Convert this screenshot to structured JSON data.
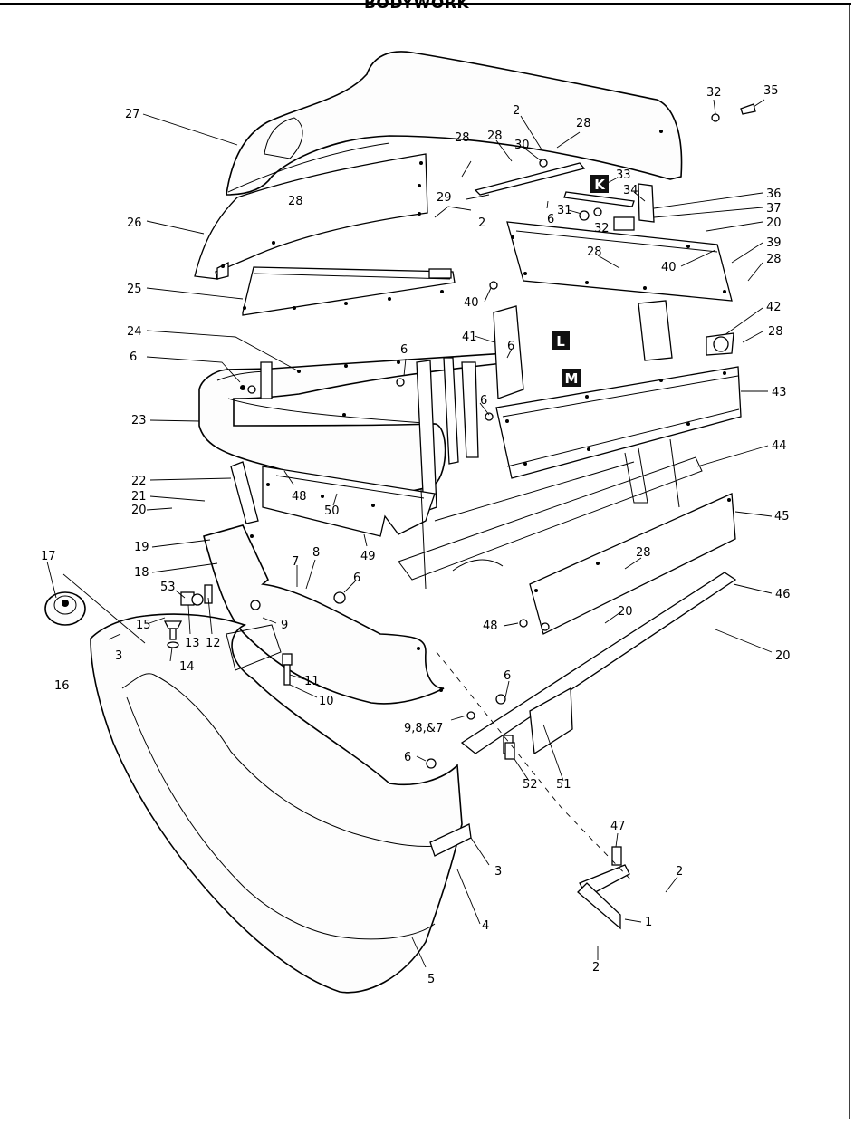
{
  "header": {
    "title": "BODYWORK"
  },
  "callouts": [
    {
      "id": "c27",
      "text": "27"
    },
    {
      "id": "c26",
      "text": "26"
    },
    {
      "id": "c25",
      "text": "25"
    },
    {
      "id": "c24",
      "text": "24"
    },
    {
      "id": "c6a",
      "text": "6"
    },
    {
      "id": "c23",
      "text": "23"
    },
    {
      "id": "c22",
      "text": "22"
    },
    {
      "id": "c21",
      "text": "21"
    },
    {
      "id": "c20a",
      "text": "20"
    },
    {
      "id": "c19",
      "text": "19"
    },
    {
      "id": "c18",
      "text": "18"
    },
    {
      "id": "c17",
      "text": "17"
    },
    {
      "id": "c16",
      "text": "16"
    },
    {
      "id": "c15",
      "text": "15"
    },
    {
      "id": "c3a",
      "text": "3"
    },
    {
      "id": "c53",
      "text": "53"
    },
    {
      "id": "c13",
      "text": "13"
    },
    {
      "id": "c14",
      "text": "14"
    },
    {
      "id": "c12",
      "text": "12"
    },
    {
      "id": "c7",
      "text": "7"
    },
    {
      "id": "c8",
      "text": "8"
    },
    {
      "id": "c9",
      "text": "9"
    },
    {
      "id": "c6b",
      "text": "6"
    },
    {
      "id": "c11",
      "text": "11"
    },
    {
      "id": "c10",
      "text": "10"
    },
    {
      "id": "c987",
      "text": "9,8,&7"
    },
    {
      "id": "c6c",
      "text": "6"
    },
    {
      "id": "c3b",
      "text": "3"
    },
    {
      "id": "c4",
      "text": "4"
    },
    {
      "id": "c5",
      "text": "5"
    },
    {
      "id": "c48a",
      "text": "48"
    },
    {
      "id": "c50",
      "text": "50"
    },
    {
      "id": "c49",
      "text": "49"
    },
    {
      "id": "c6d",
      "text": "6"
    },
    {
      "id": "c6e",
      "text": "6"
    },
    {
      "id": "c28a",
      "text": "28"
    },
    {
      "id": "c29",
      "text": "29"
    },
    {
      "id": "c2a",
      "text": "2"
    },
    {
      "id": "c28b",
      "text": "28"
    },
    {
      "id": "c28c",
      "text": "28"
    },
    {
      "id": "c2b",
      "text": "2"
    },
    {
      "id": "c30",
      "text": "30"
    },
    {
      "id": "c28d",
      "text": "28"
    },
    {
      "id": "c6f",
      "text": "6"
    },
    {
      "id": "c32a",
      "text": "32"
    },
    {
      "id": "c35",
      "text": "35"
    },
    {
      "id": "c33",
      "text": "33"
    },
    {
      "id": "c34",
      "text": "34"
    },
    {
      "id": "c31",
      "text": "31"
    },
    {
      "id": "c32b",
      "text": "32"
    },
    {
      "id": "c36",
      "text": "36"
    },
    {
      "id": "c37",
      "text": "37"
    },
    {
      "id": "c20b",
      "text": "20"
    },
    {
      "id": "c39",
      "text": "39"
    },
    {
      "id": "c28e",
      "text": "28"
    },
    {
      "id": "c40a",
      "text": "40"
    },
    {
      "id": "c28f",
      "text": "28"
    },
    {
      "id": "c40b",
      "text": "40"
    },
    {
      "id": "c41",
      "text": "41"
    },
    {
      "id": "c6g",
      "text": "6"
    },
    {
      "id": "c42",
      "text": "42"
    },
    {
      "id": "c28g",
      "text": "28"
    },
    {
      "id": "c43",
      "text": "43"
    },
    {
      "id": "c44",
      "text": "44"
    },
    {
      "id": "c45",
      "text": "45"
    },
    {
      "id": "c28h",
      "text": "28"
    },
    {
      "id": "c46",
      "text": "46"
    },
    {
      "id": "c20c",
      "text": "20"
    },
    {
      "id": "c20d",
      "text": "20"
    },
    {
      "id": "c48b",
      "text": "48"
    },
    {
      "id": "c6h",
      "text": "6"
    },
    {
      "id": "c52",
      "text": "52"
    },
    {
      "id": "c51",
      "text": "51"
    },
    {
      "id": "c47",
      "text": "47"
    },
    {
      "id": "c2c",
      "text": "2"
    },
    {
      "id": "c1",
      "text": "1"
    },
    {
      "id": "c2d",
      "text": "2"
    }
  ],
  "badges": [
    {
      "id": "bK",
      "text": "K"
    },
    {
      "id": "bL",
      "text": "L"
    },
    {
      "id": "bM",
      "text": "M"
    }
  ]
}
